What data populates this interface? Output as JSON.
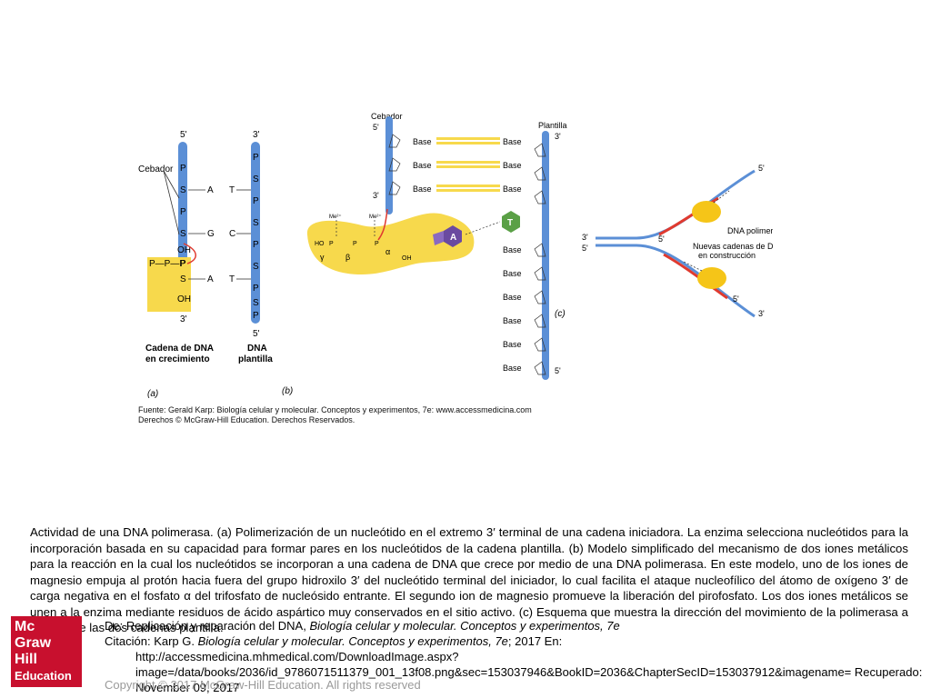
{
  "figure": {
    "panel_a": {
      "label_5prime_top": "5'",
      "label_3prime_top": "3'",
      "cebador": "Cebador",
      "strand_growing": [
        "P",
        "S",
        "P",
        "S",
        "OH"
      ],
      "pp_label": "P—P—P",
      "lower_strand": [
        "S",
        "OH"
      ],
      "bases_left": [
        "A",
        "G",
        "A"
      ],
      "bases_right": [
        "T",
        "C",
        "T"
      ],
      "template_strand": [
        "P",
        "S",
        "P",
        "S",
        "P",
        "S",
        "P",
        "S",
        "P"
      ],
      "label_3prime_bottom": "3'",
      "label_5prime_bottom": "5'",
      "caption_growing": "Cadena de DNA en crecimiento",
      "caption_template": "DNA plantilla",
      "tag_a": "(a)",
      "tag_b": "(b)"
    },
    "panel_b": {
      "cebador": "Cebador",
      "plantilla": "Plantilla",
      "base_label": "Base",
      "five_prime": "5'",
      "three_prime": "3'",
      "mg_label": "Me²⁺",
      "gamma": "γ",
      "beta": "β",
      "alpha": "α",
      "oh": "OH",
      "nucleotide_A": "A",
      "nucleotide_T": "T",
      "tag_c": "(c)"
    },
    "panel_c": {
      "three_prime": "3'",
      "five_prime": "5'",
      "polimerasa": "DNA polimerasa",
      "nuevas": "Nuevas cadenas de DNA en construcción"
    },
    "source_line_1": "Fuente: Gerald Karp: Biología celular y molecular. Conceptos y experimentos, 7e: www.accessmedicina.com",
    "source_line_2": "Derechos © McGraw-Hill Education. Derechos Reservados."
  },
  "caption": "Actividad de una DNA polimerasa. (a) Polimerización de un nucleótido en el extremo 3′ terminal de una cadena iniciadora. La enzima selecciona nucleótidos para la incorporación basada en su capacidad para formar pares en los nucleótidos de la cadena plantilla. (b) Modelo simplificado del mecanismo de dos iones metálicos para la reacción en la cual los nucleótidos se incorporan a una cadena de DNA que crece por medio de una DNA polimerasa. En este modelo, uno de los iones de magnesio empuja al protón hacia fuera del grupo hidroxilo 3′ del nucleótido terminal del iniciador, lo cual facilita el ataque nucleofílico del átomo de oxígeno 3′ de carga negativa en el fosfato α del trifosfato de nucleósido entrante. El segundo ion de magnesio promueve la liberación del pirofosfato. Los dos iones metálicos se unen a la enzima mediante residuos de ácido aspártico muy conservados en el sitio activo. (c) Esquema que muestra la dirección del movimiento de la polimerasa a lo largo de las dos cadenas plantilla.",
  "footer": {
    "from_prefix": "De: Replicación y reparación del DNA, ",
    "from_book": "Biología celular y molecular. Conceptos y experimentos, 7e",
    "citation_prefix": "Citación: Karp G. ",
    "citation_book": "Biología celular y molecular. Conceptos y experimentos, 7e",
    "citation_suffix": "; 2017 En:",
    "citation_url": "http://accessmedicina.mhmedical.com/DownloadImage.aspx?image=/data/books/2036/id_9786071511379_001_13f08.png&sec=153037946&BookID=2036&ChapterSecID=153037912&imagename= Recuperado: November 09, 2017",
    "copyright": "Copyright © 2017 McGraw-Hill Education. All rights reserved",
    "logo_lines": [
      "Mc",
      "Graw",
      "Hill",
      "Education"
    ]
  },
  "colors": {
    "strand_blue": "#5b8fd6",
    "yellow": "#f7d94c",
    "red": "#e03a2f",
    "logo_red": "#c8102e",
    "purple": "#6a4aa0",
    "green": "#5aa046"
  }
}
